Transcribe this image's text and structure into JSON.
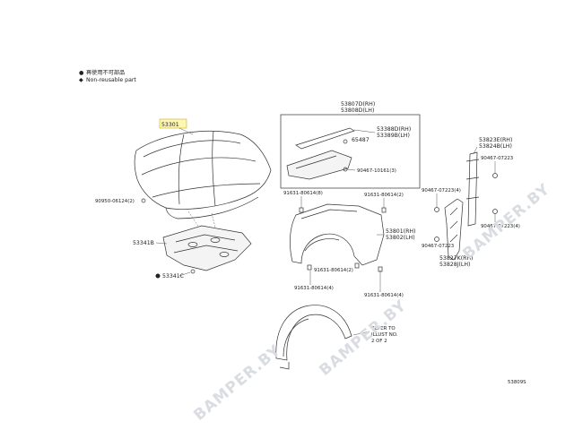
{
  "legend": {
    "reusable_symbol": "●",
    "reusable_text": "再使用不可部品",
    "nonreusable_symbol": "◆",
    "nonreusable_text": "Non-reusable part"
  },
  "parts": {
    "hood": "53301",
    "hood_bolt": "90950-06124(2)",
    "seal_under": "53341B",
    "clip": "53341C",
    "cowl_rh": "53807D(RH)",
    "cowl_lh": "53808D(LH)",
    "cowl_seal_rh": "53388D(RH)",
    "cowl_seal_lh": "53389B(LH)",
    "cowl_clip": "65487",
    "cowl_screw": "90467-10161(3)",
    "fender_bolt_1": "91631-80614(8)",
    "fender_bolt_2": "91631-80614(2)",
    "fender_rh": "53801(RH)",
    "fender_lh": "53802(LH)",
    "fender_bolt_3": "91631-80614(2)",
    "fender_bolt_4": "91631-80614(4)",
    "fender_bolt_5": "91631-80614(4)",
    "clip_4a": "90467-07223(4)",
    "clip_4b": "90467-07223",
    "bracket_rh": "53823E(RH)",
    "bracket_lh": "53824B(LH)",
    "bracket_clip": "90467-07223",
    "bracket_clip_4": "90467-07223(4)",
    "liner_rh": "53827K(RH)",
    "liner_lh": "53828J(LH)"
  },
  "refer_note": [
    "REFER TO",
    "ILLUST NO.",
    "2 OF 2"
  ],
  "figure_id": "53809S",
  "watermark": [
    "BAMPER.BY",
    "BAMPER.BY",
    "BAMPER.BY"
  ]
}
